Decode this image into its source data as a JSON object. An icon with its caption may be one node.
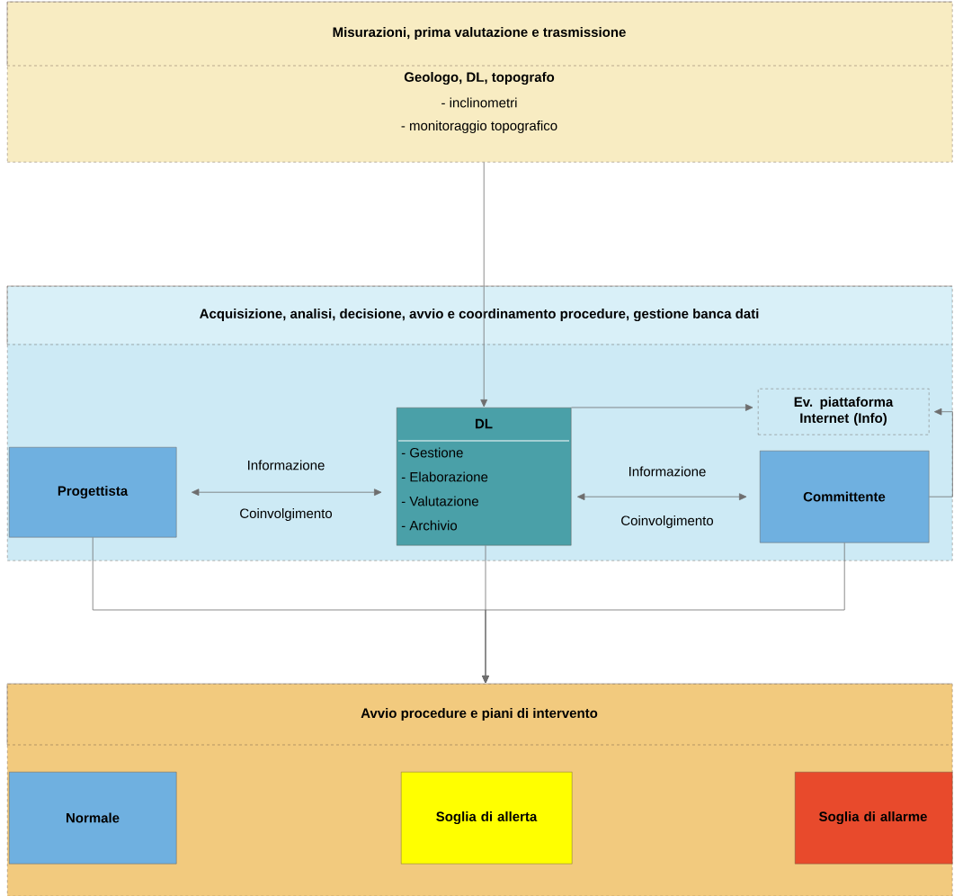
{
  "diagram": {
    "nodes": [
      {
        "text": [
          "Misurazioni, prima valutazione e trasmissione",
          "Geologo, DL, topografo",
          "- inclinometri",
          "- monitoraggio topografico"
        ]
      },
      {
        "text": [
          "Acquisizione, analisi, decisione, avvio e coordinamento procedure, gestione banca dati"
        ]
      },
      {
        "text": [
          "Progettista"
        ],
        "in": 1
      },
      {
        "text": [
          "DL",
          "- Gestione",
          "- Elaborazione",
          "- Valutazione",
          "- Archivio"
        ],
        "in": 1
      },
      {
        "text": [
          "Ev. piattaforma Internet (Info)"
        ],
        "in": 1
      },
      {
        "text": [
          "Committente"
        ],
        "in": 1
      },
      {
        "text": [
          "Avvio procedure e piani di intervento"
        ]
      },
      {
        "text": [
          "Normale"
        ],
        "in": 6
      },
      {
        "text": [
          "Soglia di allerta"
        ],
        "in": 6
      },
      {
        "text": [
          "Soglia di allarme"
        ],
        "in": 6
      }
    ],
    "edges": [
      {
        "from": 0,
        "to": 3,
        "arrow": "to"
      },
      {
        "from": 2,
        "to": 3,
        "arrow": "both",
        "label": "Informazione"
      },
      {
        "from": 3,
        "to": 5,
        "arrow": "both",
        "label": "Informazione"
      },
      {
        "from": 3,
        "to": 4,
        "arrow": "to"
      },
      {
        "from": 5,
        "to": 4,
        "arrow": "to"
      },
      {
        "from": 2,
        "to": 6,
        "arrow": "to"
      },
      {
        "from": 3,
        "to": 6,
        "arrow": "to"
      },
      {
        "from": 5,
        "to": 6,
        "arrow": "to"
      }
    ],
    "labels": [
      "Coinvolgimento",
      "Coinvolgimento"
    ]
  }
}
